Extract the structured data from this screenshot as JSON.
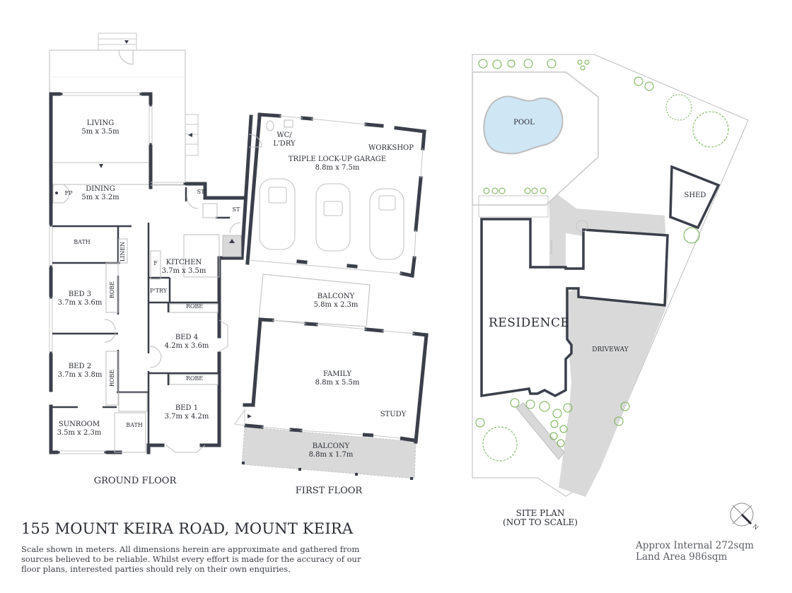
{
  "property": {
    "address": "155 MOUNT KEIRA ROAD, MOUNT KEIRA",
    "disclaimer": "Scale shown in meters. All dimensions herein are approximate and gathered from sources believed to be  reliable. Whilst every effort is made for the accuracy of our floor plans, interested parties should rely on their own enquiries.",
    "approx_internal": "Approx Internal 272sqm",
    "land_area": "Land Area 986sqm"
  },
  "colors": {
    "wall": "#3a3f4a",
    "shaded_area": "#d9d9d9",
    "pool": "#cfe6f5",
    "vegetation": "#6fae4a",
    "thin_line": "#bdbdbd"
  },
  "ground_floor": {
    "title": "GROUND FLOOR",
    "rooms": [
      {
        "name": "LIVING",
        "size": "5m x 3.5m"
      },
      {
        "name": "DINING",
        "size": "5m x 3.2m"
      },
      {
        "name": "FP",
        "size": ""
      },
      {
        "name": "BATH",
        "size": ""
      },
      {
        "name": "LINEN",
        "size": ""
      },
      {
        "name": "KITCHEN",
        "size": "3.7m x 3.5m"
      },
      {
        "name": "F",
        "size": ""
      },
      {
        "name": "P'TRY",
        "size": ""
      },
      {
        "name": "ST",
        "size": ""
      },
      {
        "name": "ST",
        "size": ""
      },
      {
        "name": "BED 3",
        "size": "3.7m x 3.6m"
      },
      {
        "name": "ROBE",
        "size": ""
      },
      {
        "name": "ROBE",
        "size": ""
      },
      {
        "name": "BED 4",
        "size": "4.2m x 3.6m"
      },
      {
        "name": "BED 2",
        "size": "3.7m x 3.8m"
      },
      {
        "name": "ROBE",
        "size": ""
      },
      {
        "name": "ROBE",
        "size": ""
      },
      {
        "name": "BED 1",
        "size": "3.7m x 4.2m"
      },
      {
        "name": "SUNROOM",
        "size": "3.5m x 2.3m"
      },
      {
        "name": "BATH",
        "size": ""
      }
    ]
  },
  "garage": {
    "rooms": [
      {
        "name": "WC/ L'DRY",
        "size": ""
      },
      {
        "name": "WORKSHOP",
        "size": ""
      },
      {
        "name": "TRIPLE LOCK-UP GARAGE",
        "size": "8.8m x 7.5m"
      }
    ]
  },
  "first_floor": {
    "title": "FIRST FLOOR",
    "rooms": [
      {
        "name": "BALCONY",
        "size": "5.8m x 2.3m"
      },
      {
        "name": "FAMILY",
        "size": "8.8m x 5.5m"
      },
      {
        "name": "STUDY",
        "size": ""
      },
      {
        "name": "BALCONY",
        "size": "8.8m x 1.7m"
      }
    ]
  },
  "site_plan": {
    "title": "SITE PLAN",
    "subtitle": "(NOT TO SCALE)",
    "labels": {
      "pool": "POOL",
      "shed": "SHED",
      "residence": "RESIDENCE",
      "driveway": "DRIVEWAY"
    },
    "compass": "N"
  }
}
